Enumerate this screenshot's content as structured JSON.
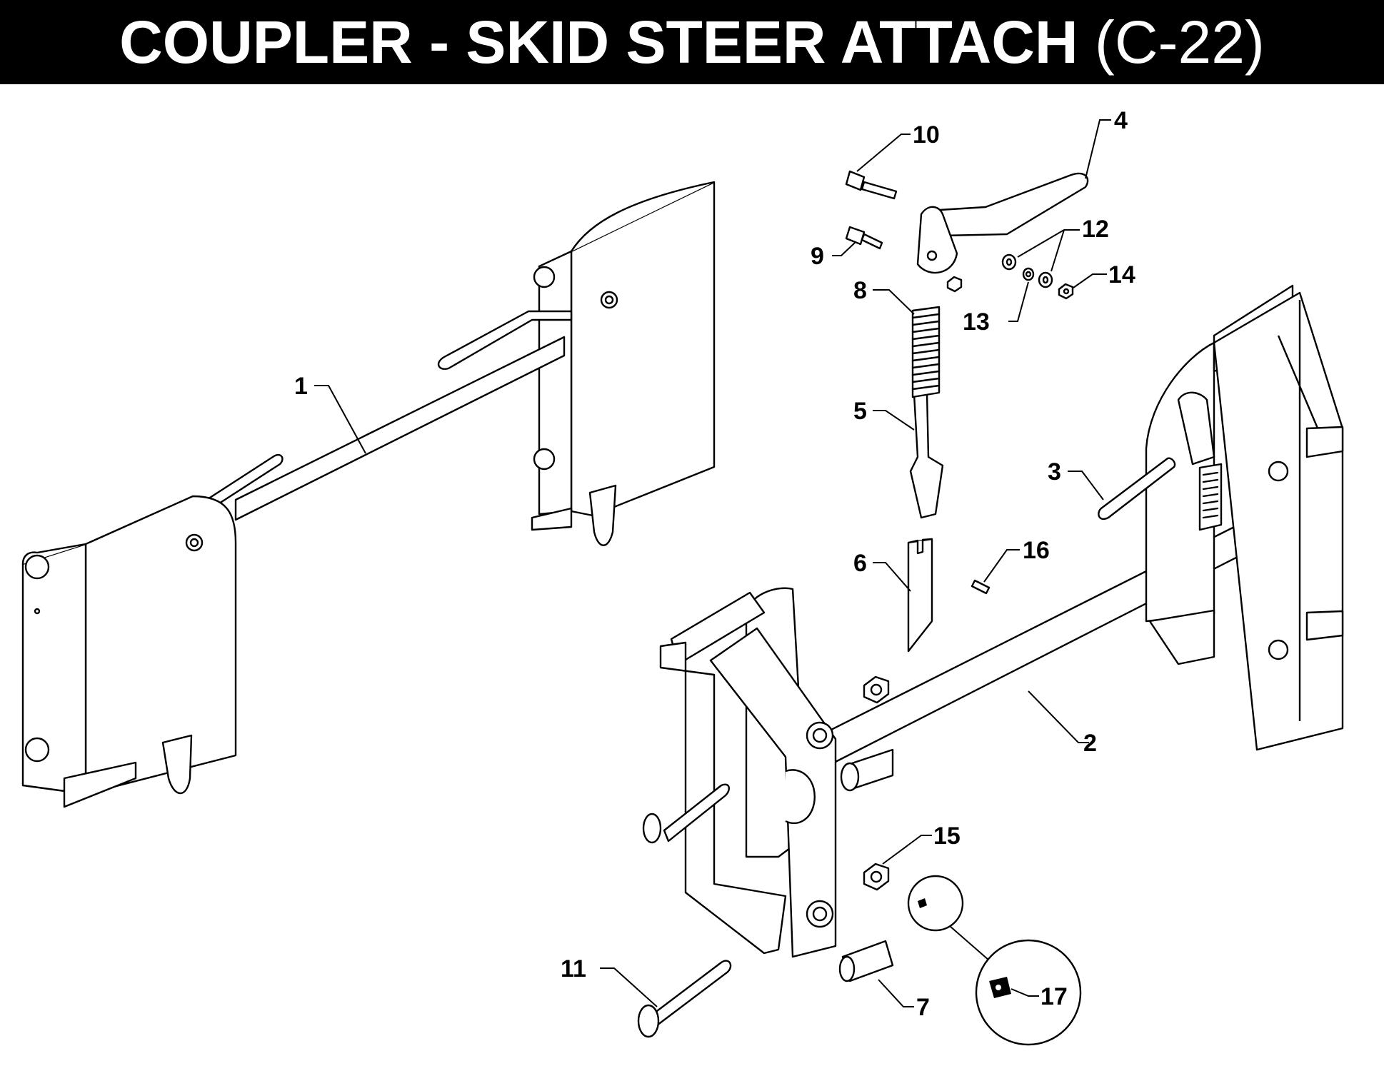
{
  "header": {
    "title_main": "COUPLER - SKID STEER ATTACH",
    "title_code": "(C-22)"
  },
  "colors": {
    "header_background": "#000000",
    "header_text": "#ffffff",
    "line_art": "#000000",
    "background": "#ffffff"
  },
  "callouts": [
    {
      "id": "c1",
      "label": "1",
      "part": "skid-steer-mount-frame"
    },
    {
      "id": "c2",
      "label": "2",
      "part": "coupler-frame"
    },
    {
      "id": "c3",
      "label": "3",
      "part": "latch-handle-assembly"
    },
    {
      "id": "c4",
      "label": "4",
      "part": "latch-handle"
    },
    {
      "id": "c5",
      "label": "5",
      "part": "latch-link"
    },
    {
      "id": "c6",
      "label": "6",
      "part": "latch-pin"
    },
    {
      "id": "c7",
      "label": "7",
      "part": "bushing"
    },
    {
      "id": "c8",
      "label": "8",
      "part": "spring"
    },
    {
      "id": "c9",
      "label": "9",
      "part": "bolt-short"
    },
    {
      "id": "c10",
      "label": "10",
      "part": "bolt-long"
    },
    {
      "id": "c11",
      "label": "11",
      "part": "pin"
    },
    {
      "id": "c12",
      "label": "12",
      "part": "washer"
    },
    {
      "id": "c13",
      "label": "13",
      "part": "lock-washer"
    },
    {
      "id": "c14",
      "label": "14",
      "part": "nut"
    },
    {
      "id": "c15",
      "label": "15",
      "part": "nut-large"
    },
    {
      "id": "c16",
      "label": "16",
      "part": "roll-pin"
    },
    {
      "id": "c17",
      "label": "17",
      "part": "grease-fitting"
    }
  ]
}
